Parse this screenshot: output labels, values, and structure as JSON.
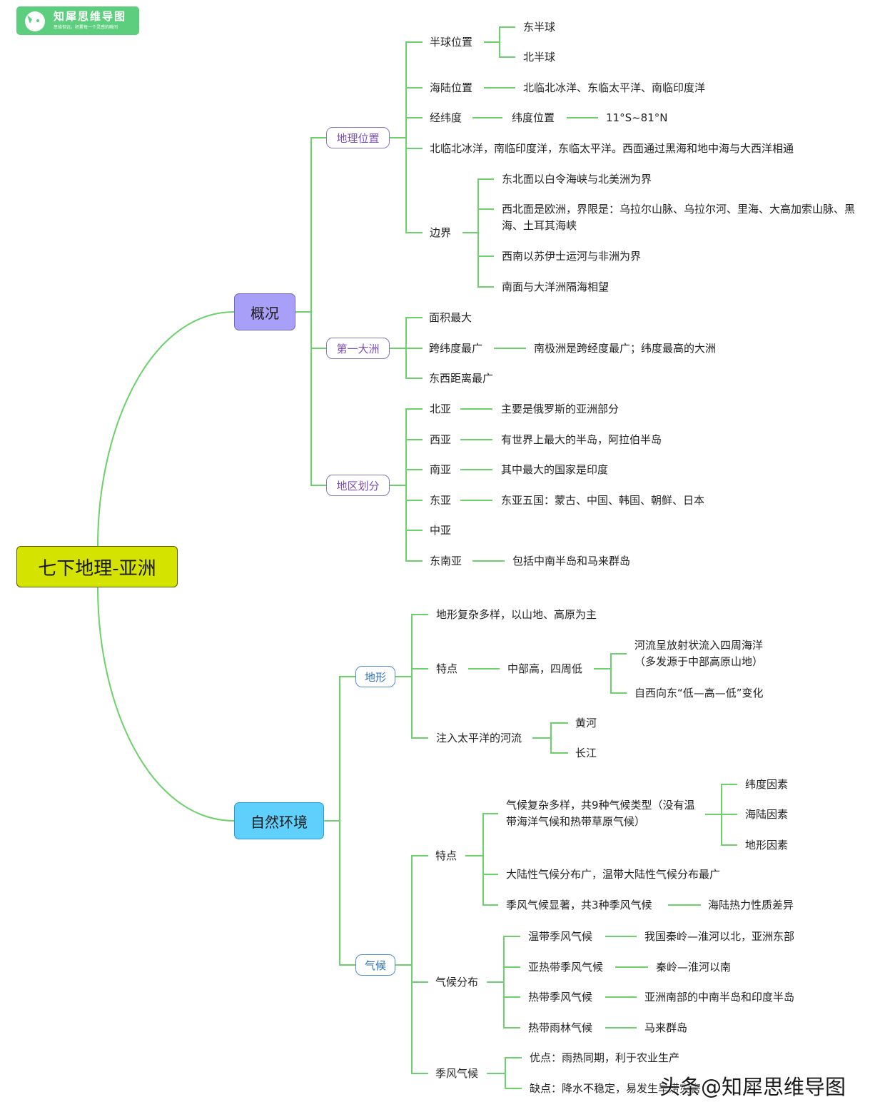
{
  "logo": {
    "title": "知犀思维导图",
    "slogan": "思维但远，积累每一个灵感的瞬间"
  },
  "watermark": "头条@知犀思维导图",
  "root": "七下地理-亚洲",
  "overview": {
    "label": "概况",
    "location": {
      "label": "地理位置",
      "hemisphere": {
        "label": "半球位置",
        "east": "东半球",
        "north": "北半球"
      },
      "sea_land": {
        "label": "海陆位置",
        "value": "北临北冰洋、东临太平洋、南临印度洋"
      },
      "latlon": {
        "label": "经纬度",
        "sub": "纬度位置",
        "value": "11°S~81°N"
      },
      "oceans": "北临北冰洋，南临印度洋，东临太平洋。西面通过黑海和地中海与大西洋相通",
      "border": {
        "label": "边界",
        "items": [
          "东北面以白令海峡与北美洲为界",
          "西北面是欧洲，界限是：乌拉尔山脉、乌拉尔河、里海、大高加索山脉、黑海、土耳其海峡",
          "西南以苏伊士运河与非洲为界",
          "南面与大洋洲隔海相望"
        ]
      }
    },
    "largest": {
      "label": "第一大洲",
      "area": "面积最大",
      "lat_span": {
        "label": "跨纬度最广",
        "value": "南极洲是跨经度最广；纬度最高的大洲"
      },
      "ew": "东西距离最广"
    },
    "regions": {
      "label": "地区划分",
      "items": [
        {
          "name": "北亚",
          "desc": "主要是俄罗斯的亚洲部分"
        },
        {
          "name": "西亚",
          "desc": "有世界上最大的半岛，阿拉伯半岛"
        },
        {
          "name": "南亚",
          "desc": "其中最大的国家是印度"
        },
        {
          "name": "东亚",
          "desc": "东亚五国：蒙古、中国、韩国、朝鲜、日本"
        },
        {
          "name": "中亚",
          "desc": ""
        },
        {
          "name": "东南亚",
          "desc": "包括中南半岛和马来群岛"
        }
      ]
    }
  },
  "nature": {
    "label": "自然环境",
    "terrain": {
      "label": "地形",
      "summary": "地形复杂多样，以山地、高原为主",
      "feature": {
        "label": "特点",
        "main": "中部高，四周低",
        "river": "河流呈放射状流入四周海洋（多发源于中部高原山地）",
        "ew": "自西向东“低—高—低”变化"
      },
      "pacific": {
        "label": "注入太平洋的河流",
        "items": [
          "黄河",
          "长江"
        ]
      }
    },
    "climate": {
      "label": "气候",
      "feature": {
        "label": "特点",
        "complex": "气候复杂多样，共9种气候类型（没有温带海洋气候和热带草原气候）",
        "factors": [
          "纬度因素",
          "海陆因素",
          "地形因素"
        ],
        "continental": "大陆性气候分布广，温带大陆性气候分布最广",
        "monsoon": "季风气候显著，共3种季风气候",
        "monsoon_cause": "海陆热力性质差异"
      },
      "distribution": {
        "label": "气候分布",
        "items": [
          {
            "name": "温带季风气候",
            "where": "我国秦岭—淮河以北，亚洲东部"
          },
          {
            "name": "亚热带季风气候",
            "where": "秦岭—淮河以南"
          },
          {
            "name": "热带季风气候",
            "where": "亚洲南部的中南半岛和印度半岛"
          },
          {
            "name": "热带雨林气候",
            "where": "马来群岛"
          }
        ]
      },
      "monsoon": {
        "label": "季风气候",
        "pros": "优点：雨热同期，利于农业生产",
        "cons": "缺点：降水不稳定，易发生旱涝灾害"
      }
    }
  }
}
